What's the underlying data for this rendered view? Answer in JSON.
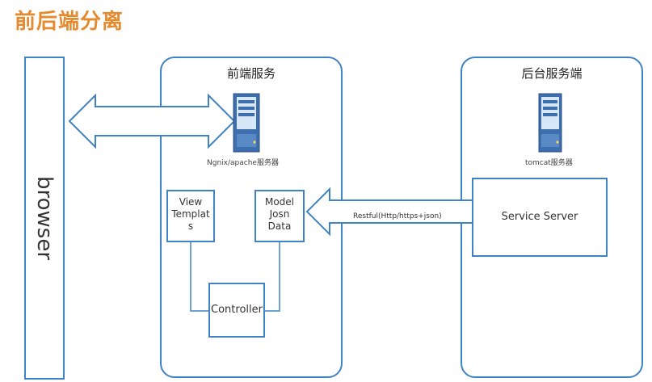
{
  "title": "前后端分离",
  "browser": {
    "label": "browser"
  },
  "frontend": {
    "title": "前端服务",
    "server_label": "Ngnix/apache服务器",
    "view_lines": [
      "View",
      "Templat",
      "s"
    ],
    "model_lines": [
      "Model",
      "Josn",
      "Data"
    ],
    "controller": "Controller"
  },
  "backend": {
    "title": "后台服务端",
    "server_label": "tomcat服务器",
    "service": "Service Server"
  },
  "connector": {
    "label": "Restful(Http/https+json)"
  },
  "icons": {
    "server": "server-icon"
  },
  "colors": {
    "title": "#e48a2f",
    "border": "#3f83c4",
    "arrow_fill": "#ffffff"
  }
}
